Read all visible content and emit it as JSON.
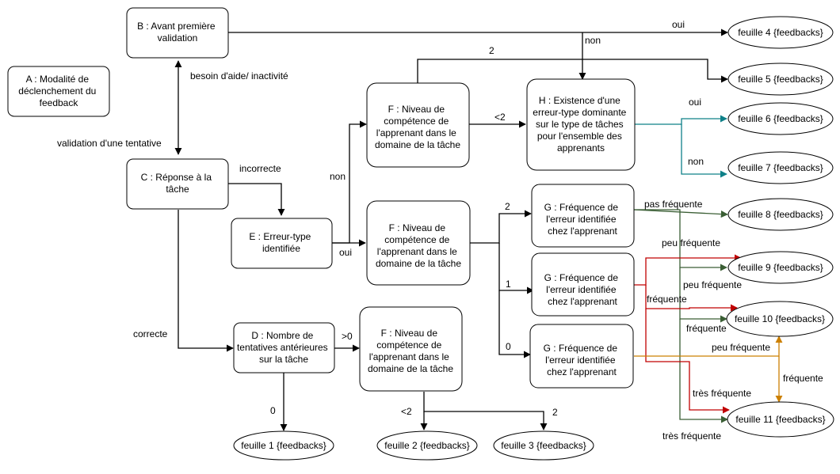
{
  "nodes": {
    "A": {
      "lines": [
        "A : Modalité de",
        "déclenchement du",
        "feedback"
      ]
    },
    "B": {
      "lines": [
        "B : Avant première",
        "validation"
      ]
    },
    "C": {
      "lines": [
        "C : Réponse à la",
        "tâche"
      ]
    },
    "E": {
      "lines": [
        "E : Erreur-type",
        "identifiée"
      ]
    },
    "D": {
      "lines": [
        "D : Nombre de",
        "tentatives antérieures",
        "sur la tâche"
      ]
    },
    "F1": {
      "lines": [
        "F : Niveau de",
        "compétence de",
        "l'apprenant dans le",
        "domaine de la tâche"
      ]
    },
    "F2": {
      "lines": [
        "F : Niveau de",
        "compétence de",
        "l'apprenant dans le",
        "domaine de la tâche"
      ]
    },
    "F3": {
      "lines": [
        "F : Niveau de",
        "compétence de",
        "l'apprenant dans le",
        "domaine de la tâche"
      ]
    },
    "H": {
      "lines": [
        "H : Existence d'une",
        "erreur-type dominante",
        "sur le type de tâches",
        "pour l'ensemble des",
        "apprenants"
      ]
    },
    "G1": {
      "lines": [
        "G : Fréquence de",
        "l'erreur identifiée",
        "chez l'apprenant"
      ]
    },
    "G2": {
      "lines": [
        "G : Fréquence de",
        "l'erreur identifiée",
        "chez l'apprenant"
      ]
    },
    "G3": {
      "lines": [
        "G : Fréquence de",
        "l'erreur identifiée",
        "chez l'apprenant"
      ]
    }
  },
  "leaves": {
    "f1": "feuille 1 {feedbacks}",
    "f2": "feuille 2 {feedbacks}",
    "f3": "feuille 3 {feedbacks}",
    "f4": "feuille 4 {feedbacks}",
    "f5": "feuille 5 {feedbacks}",
    "f6": "feuille 6 {feedbacks}",
    "f7": "feuille 7 {feedbacks}",
    "f8": "feuille 8 {feedbacks}",
    "f9": "feuille 9 {feedbacks}",
    "f10": "feuille 10 {feedbacks}",
    "f11": "feuille 11 {feedbacks}"
  },
  "labels": {
    "oui_b": "oui",
    "non_b": "non",
    "besoin": "besoin d'aide/ inactivité",
    "validation": "validation d'une tentative",
    "incorrecte": "incorrecte",
    "correcte": "correcte",
    "non_e": "non",
    "oui_e": "oui",
    "two_f1": "2",
    "lt2_f1": "<2",
    "oui_h": "oui",
    "non_h": "non",
    "two_f2": "2",
    "one_f2": "1",
    "zero_f2": "0",
    "pas_freq": "pas fréquente",
    "peu_freq_a": "peu fréquente",
    "peu_freq_b": "peu fréquente",
    "frequente_a": "fréquente",
    "frequente_b": "fréquente",
    "peu_freq_c": "peu fréquente",
    "frequente_c": "fréquente",
    "tres_freq_a": "très fréquente",
    "tres_freq_b": "très fréquente",
    "gt0": ">0",
    "zero_d": "0",
    "lt2_f3": "<2",
    "two_f3": "2"
  },
  "colors": {
    "black": "#000000",
    "teal": "#0e8088",
    "green": "#3a5e34",
    "red": "#c00000",
    "orange": "#cc8000"
  }
}
